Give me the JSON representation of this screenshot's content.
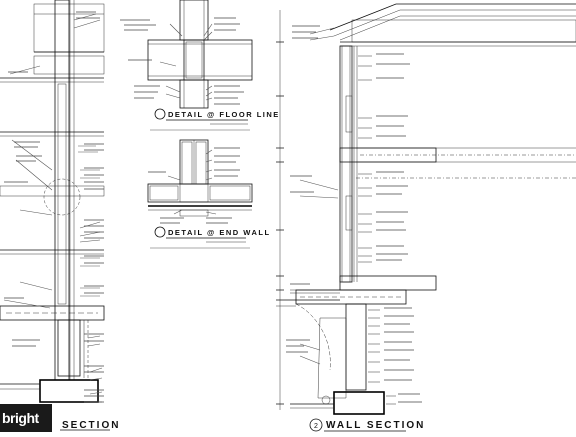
{
  "drawing": {
    "detail_floor_line_title": "DETAIL @ FLOOR LINE",
    "detail_end_wall_title": "DETAIL @ END WALL",
    "left_section_title": "SECTION",
    "wall_section_number": "2",
    "wall_section_title": "WALL SECTION"
  },
  "watermark": {
    "text": "bright"
  }
}
